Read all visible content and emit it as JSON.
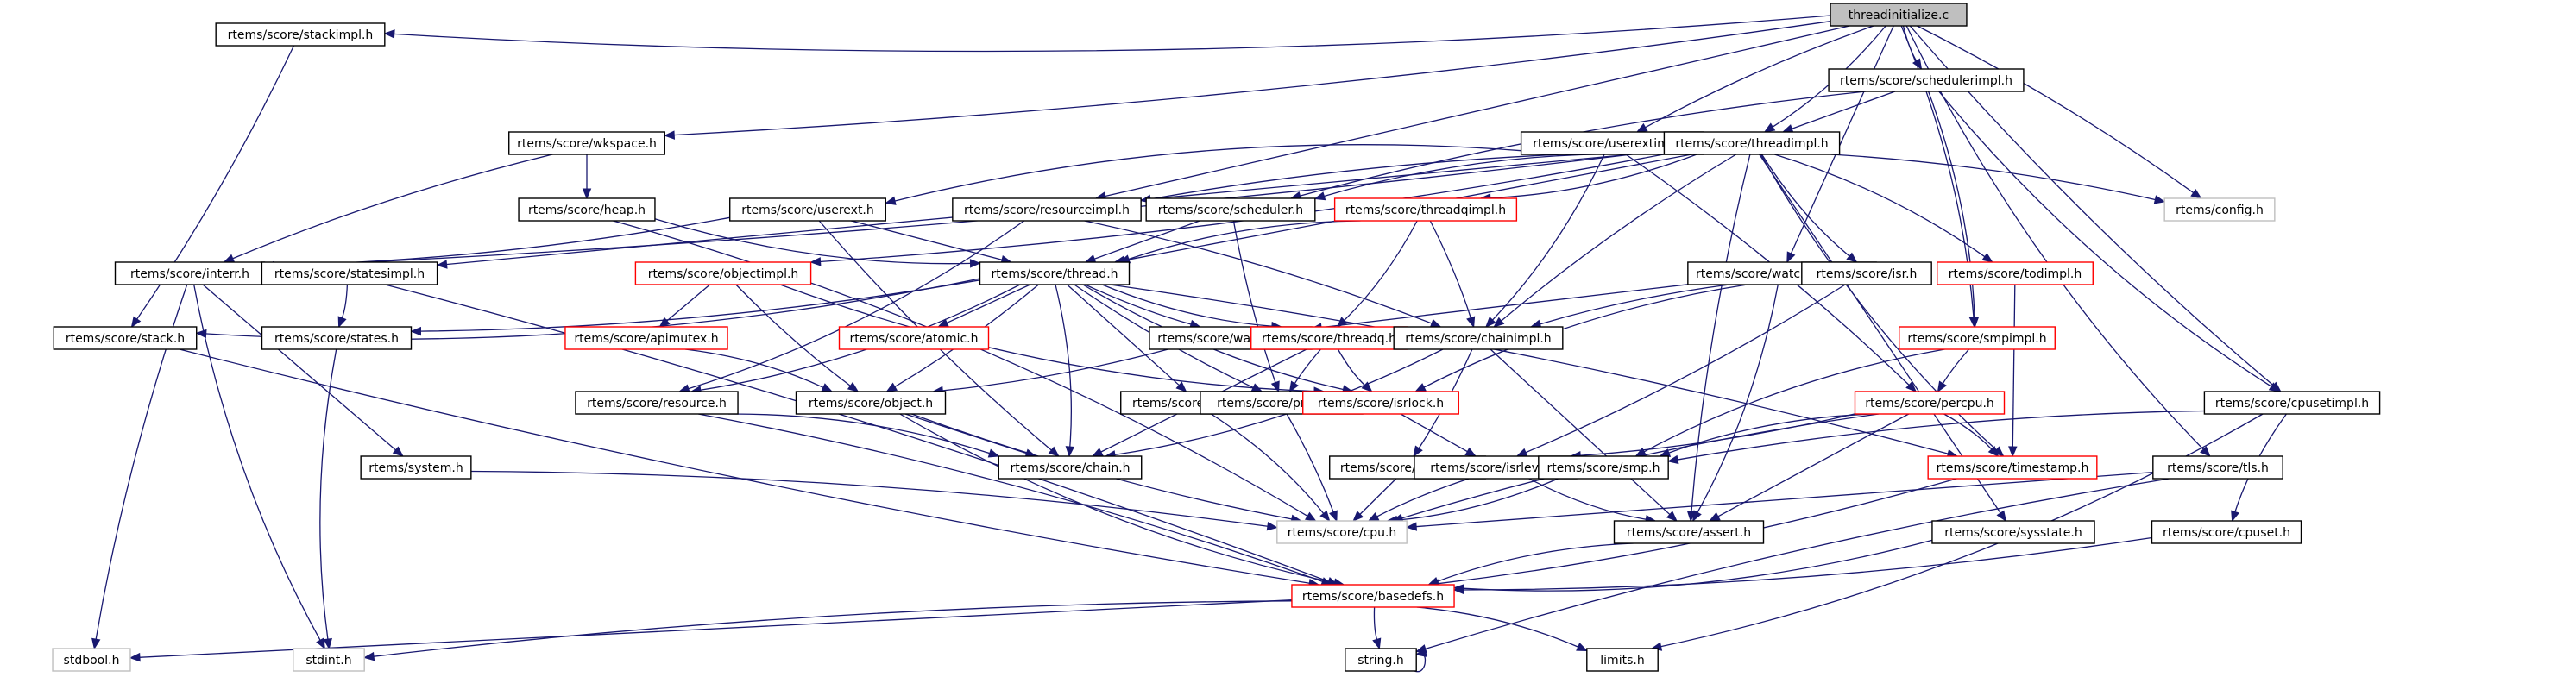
{
  "graph": {
    "title": "threadinitialize.c",
    "colors": {
      "edge": "#191970",
      "root_fill": "#bfbfbf",
      "node_border": "#000000",
      "incomplete_border": "#ff0000",
      "external_border": "#bfbfbf"
    },
    "nodes": [
      {
        "id": "root",
        "label": "threadinitialize.c",
        "kind": "root"
      },
      {
        "id": "stackimpl",
        "label": "rtems/score/stackimpl.h",
        "kind": "normal"
      },
      {
        "id": "wkspace",
        "label": "rtems/score/wkspace.h",
        "kind": "normal"
      },
      {
        "id": "heap",
        "label": "rtems/score/heap.h",
        "kind": "normal"
      },
      {
        "id": "userext",
        "label": "rtems/score/userext.h",
        "kind": "normal"
      },
      {
        "id": "userextimpl",
        "label": "rtems/score/userextimpl.h",
        "kind": "normal"
      },
      {
        "id": "schedulerimpl",
        "label": "rtems/score/schedulerimpl.h",
        "kind": "normal"
      },
      {
        "id": "threadimpl",
        "label": "rtems/score/threadimpl.h",
        "kind": "normal"
      },
      {
        "id": "resourceimpl",
        "label": "rtems/score/resourceimpl.h",
        "kind": "normal"
      },
      {
        "id": "scheduler",
        "label": "rtems/score/scheduler.h",
        "kind": "normal"
      },
      {
        "id": "threadqimpl",
        "label": "rtems/score/threadqimpl.h",
        "kind": "red"
      },
      {
        "id": "config",
        "label": "rtems/config.h",
        "kind": "gray"
      },
      {
        "id": "interr",
        "label": "rtems/score/interr.h",
        "kind": "normal"
      },
      {
        "id": "statesimpl",
        "label": "rtems/score/statesimpl.h",
        "kind": "normal"
      },
      {
        "id": "objectimpl",
        "label": "rtems/score/objectimpl.h",
        "kind": "red"
      },
      {
        "id": "thread",
        "label": "rtems/score/thread.h",
        "kind": "normal"
      },
      {
        "id": "watchdogimpl",
        "label": "rtems/score/watchdogimpl.h",
        "kind": "normal"
      },
      {
        "id": "isr",
        "label": "rtems/score/isr.h",
        "kind": "normal"
      },
      {
        "id": "todimpl",
        "label": "rtems/score/todimpl.h",
        "kind": "red"
      },
      {
        "id": "stack",
        "label": "rtems/score/stack.h",
        "kind": "normal"
      },
      {
        "id": "states",
        "label": "rtems/score/states.h",
        "kind": "normal"
      },
      {
        "id": "apimutex",
        "label": "rtems/score/apimutex.h",
        "kind": "red"
      },
      {
        "id": "atomic",
        "label": "rtems/score/atomic.h",
        "kind": "red"
      },
      {
        "id": "watchdog",
        "label": "rtems/score/watchdog.h",
        "kind": "normal"
      },
      {
        "id": "threadq",
        "label": "rtems/score/threadq.h",
        "kind": "red"
      },
      {
        "id": "chainimpl",
        "label": "rtems/score/chainimpl.h",
        "kind": "normal"
      },
      {
        "id": "smpimpl",
        "label": "rtems/score/smpimpl.h",
        "kind": "red"
      },
      {
        "id": "resource",
        "label": "rtems/score/resource.h",
        "kind": "normal"
      },
      {
        "id": "object",
        "label": "rtems/score/object.h",
        "kind": "normal"
      },
      {
        "id": "context",
        "label": "rtems/score/context.h",
        "kind": "normal"
      },
      {
        "id": "priority",
        "label": "rtems/score/priority.h",
        "kind": "normal"
      },
      {
        "id": "isrlock",
        "label": "rtems/score/isrlock.h",
        "kind": "red"
      },
      {
        "id": "percpu",
        "label": "rtems/score/percpu.h",
        "kind": "red"
      },
      {
        "id": "cpusetimpl",
        "label": "rtems/score/cpusetimpl.h",
        "kind": "normal"
      },
      {
        "id": "system",
        "label": "rtems/system.h",
        "kind": "normal"
      },
      {
        "id": "chain",
        "label": "rtems/score/chain.h",
        "kind": "normal"
      },
      {
        "id": "address",
        "label": "rtems/score/address.h",
        "kind": "normal"
      },
      {
        "id": "isrlevel",
        "label": "rtems/score/isrlevel.h",
        "kind": "normal"
      },
      {
        "id": "smp",
        "label": "rtems/score/smp.h",
        "kind": "normal"
      },
      {
        "id": "timestamp",
        "label": "rtems/score/timestamp.h",
        "kind": "red"
      },
      {
        "id": "tls",
        "label": "rtems/score/tls.h",
        "kind": "normal"
      },
      {
        "id": "cpu",
        "label": "rtems/score/cpu.h",
        "kind": "gray"
      },
      {
        "id": "assert",
        "label": "rtems/score/assert.h",
        "kind": "normal"
      },
      {
        "id": "sysstate",
        "label": "rtems/score/sysstate.h",
        "kind": "normal"
      },
      {
        "id": "cpuset",
        "label": "rtems/score/cpuset.h",
        "kind": "normal"
      },
      {
        "id": "basedefs",
        "label": "rtems/score/basedefs.h",
        "kind": "red"
      },
      {
        "id": "stdbool",
        "label": "stdbool.h",
        "kind": "gray"
      },
      {
        "id": "stdint",
        "label": "stdint.h",
        "kind": "gray"
      },
      {
        "id": "string",
        "label": "string.h",
        "kind": "normal"
      },
      {
        "id": "limits",
        "label": "limits.h",
        "kind": "normal"
      }
    ],
    "edges": [
      [
        "root",
        "stackimpl"
      ],
      [
        "root",
        "wkspace"
      ],
      [
        "root",
        "resourceimpl"
      ],
      [
        "root",
        "userextimpl"
      ],
      [
        "root",
        "schedulerimpl"
      ],
      [
        "root",
        "threadimpl"
      ],
      [
        "root",
        "config"
      ],
      [
        "root",
        "watchdogimpl"
      ],
      [
        "root",
        "cpusetimpl"
      ],
      [
        "root",
        "tls"
      ],
      [
        "root",
        "smpimpl"
      ],
      [
        "stackimpl",
        "stack"
      ],
      [
        "wkspace",
        "heap"
      ],
      [
        "wkspace",
        "interr"
      ],
      [
        "heap",
        "thread"
      ],
      [
        "heap",
        "cpu"
      ],
      [
        "userext",
        "interr"
      ],
      [
        "userext",
        "thread"
      ],
      [
        "userext",
        "chain"
      ],
      [
        "userextimpl",
        "userext"
      ],
      [
        "userextimpl",
        "chainimpl"
      ],
      [
        "userextimpl",
        "percpu"
      ],
      [
        "schedulerimpl",
        "threadimpl"
      ],
      [
        "schedulerimpl",
        "scheduler"
      ],
      [
        "schedulerimpl",
        "cpusetimpl"
      ],
      [
        "schedulerimpl",
        "smpimpl"
      ],
      [
        "threadimpl",
        "interr"
      ],
      [
        "threadimpl",
        "statesimpl"
      ],
      [
        "threadimpl",
        "resourceimpl"
      ],
      [
        "threadimpl",
        "scheduler"
      ],
      [
        "threadimpl",
        "threadqimpl"
      ],
      [
        "threadimpl",
        "objectimpl"
      ],
      [
        "threadimpl",
        "thread"
      ],
      [
        "threadimpl",
        "chainimpl"
      ],
      [
        "threadimpl",
        "isr"
      ],
      [
        "threadimpl",
        "todimpl"
      ],
      [
        "threadimpl",
        "config"
      ],
      [
        "threadimpl",
        "sysstate"
      ],
      [
        "threadimpl",
        "assert"
      ],
      [
        "threadimpl",
        "timestamp"
      ],
      [
        "resourceimpl",
        "resource"
      ],
      [
        "resourceimpl",
        "chainimpl"
      ],
      [
        "scheduler",
        "thread"
      ],
      [
        "scheduler",
        "priority"
      ],
      [
        "threadqimpl",
        "thread"
      ],
      [
        "threadqimpl",
        "threadq"
      ],
      [
        "threadqimpl",
        "chainimpl"
      ],
      [
        "interr",
        "system"
      ],
      [
        "interr",
        "stdbool"
      ],
      [
        "interr",
        "stdint"
      ],
      [
        "statesimpl",
        "states"
      ],
      [
        "statesimpl",
        "basedefs"
      ],
      [
        "objectimpl",
        "apimutex"
      ],
      [
        "objectimpl",
        "object"
      ],
      [
        "objectimpl",
        "isrlock"
      ],
      [
        "thread",
        "stack"
      ],
      [
        "thread",
        "states"
      ],
      [
        "thread",
        "atomic"
      ],
      [
        "thread",
        "watchdog"
      ],
      [
        "thread",
        "threadq"
      ],
      [
        "thread",
        "resource"
      ],
      [
        "thread",
        "object"
      ],
      [
        "thread",
        "context"
      ],
      [
        "thread",
        "priority"
      ],
      [
        "thread",
        "isrlock"
      ],
      [
        "thread",
        "chain"
      ],
      [
        "thread",
        "timestamp"
      ],
      [
        "watchdogimpl",
        "watchdog"
      ],
      [
        "watchdogimpl",
        "chainimpl"
      ],
      [
        "watchdogimpl",
        "isrlock"
      ],
      [
        "watchdogimpl",
        "assert"
      ],
      [
        "isr",
        "isrlevel"
      ],
      [
        "todimpl",
        "timestamp"
      ],
      [
        "stack",
        "basedefs"
      ],
      [
        "states",
        "stdint"
      ],
      [
        "apimutex",
        "object"
      ],
      [
        "watchdog",
        "object"
      ],
      [
        "threadq",
        "chain"
      ],
      [
        "threadq",
        "priority"
      ],
      [
        "threadq",
        "isrlock"
      ],
      [
        "chainimpl",
        "chain"
      ],
      [
        "chainimpl",
        "address"
      ],
      [
        "chainimpl",
        "assert"
      ],
      [
        "smpimpl",
        "percpu"
      ],
      [
        "smpimpl",
        "smp"
      ],
      [
        "resource",
        "chain"
      ],
      [
        "resource",
        "basedefs"
      ],
      [
        "object",
        "chain"
      ],
      [
        "object",
        "cpu"
      ],
      [
        "object",
        "basedefs"
      ],
      [
        "context",
        "cpu"
      ],
      [
        "priority",
        "cpu"
      ],
      [
        "isrlock",
        "isrlevel"
      ],
      [
        "percpu",
        "cpu"
      ],
      [
        "percpu",
        "smp"
      ],
      [
        "percpu",
        "timestamp"
      ],
      [
        "percpu",
        "isrlevel"
      ],
      [
        "percpu",
        "assert"
      ],
      [
        "cpusetimpl",
        "smp"
      ],
      [
        "cpusetimpl",
        "cpuset"
      ],
      [
        "cpusetimpl",
        "limits"
      ],
      [
        "system",
        "cpu"
      ],
      [
        "address",
        "cpu"
      ],
      [
        "isrlevel",
        "cpu"
      ],
      [
        "isrlevel",
        "assert"
      ],
      [
        "smp",
        "cpu"
      ],
      [
        "timestamp",
        "basedefs"
      ],
      [
        "tls",
        "cpu"
      ],
      [
        "tls",
        "string"
      ],
      [
        "assert",
        "basedefs"
      ],
      [
        "sysstate",
        "basedefs"
      ],
      [
        "cpuset",
        "basedefs"
      ],
      [
        "basedefs",
        "stdbool"
      ],
      [
        "basedefs",
        "stdint"
      ],
      [
        "basedefs",
        "string"
      ],
      [
        "basedefs",
        "limits"
      ],
      [
        "string",
        "string"
      ]
    ]
  }
}
